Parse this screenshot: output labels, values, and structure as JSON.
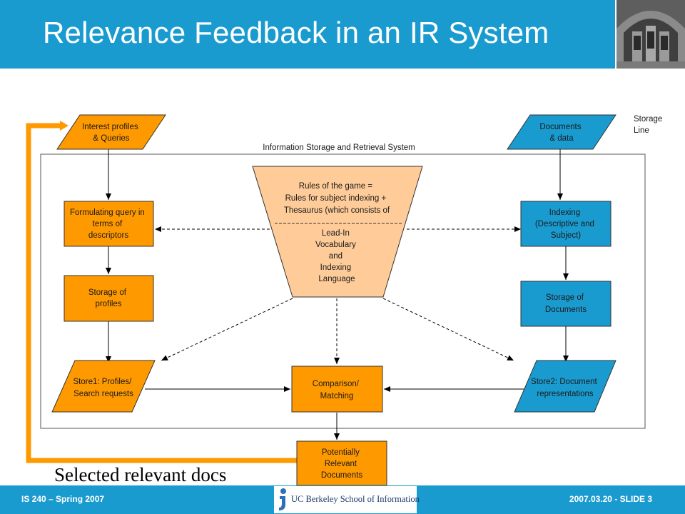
{
  "slide": {
    "title": "Relevance Feedback in an IR System",
    "footer_left": "IS 240 – Spring 2007",
    "footer_right": "2007.03.20 - SLIDE 3",
    "logo_text": "UC Berkeley School of Information",
    "caption": "Selected relevant docs"
  },
  "colors": {
    "header_blue": "#1a9bd0",
    "orange": "#ff9900",
    "blue_node": "#1a9bd0",
    "peach": "#ffcc99"
  },
  "diagram": {
    "system_label": "Information Storage and Retrieval System",
    "storage_line": [
      "Storage",
      "Line"
    ],
    "interest": [
      "Interest profiles",
      "& Queries"
    ],
    "documents": [
      "Documents",
      "& data"
    ],
    "formulating": [
      "Formulating query in",
      "terms of",
      "descriptors"
    ],
    "indexing": [
      "Indexing",
      "(Descriptive and",
      "Subject)"
    ],
    "storage_profiles": [
      "Storage of",
      "profiles"
    ],
    "storage_documents": [
      "Storage of",
      "Documents"
    ],
    "store1": [
      "Store1: Profiles/",
      "Search requests"
    ],
    "store2": [
      "Store2: Document",
      "representations"
    ],
    "comparison": [
      "Comparison/",
      "Matching"
    ],
    "potentially": [
      "Potentially",
      "Relevant",
      "Documents"
    ],
    "rules_top": [
      "Rules of the game =",
      "Rules for subject indexing +",
      "Thesaurus (which consists of"
    ],
    "rules_bottom": [
      "Lead-In",
      "Vocabulary",
      "and",
      "Indexing",
      "Language"
    ]
  }
}
